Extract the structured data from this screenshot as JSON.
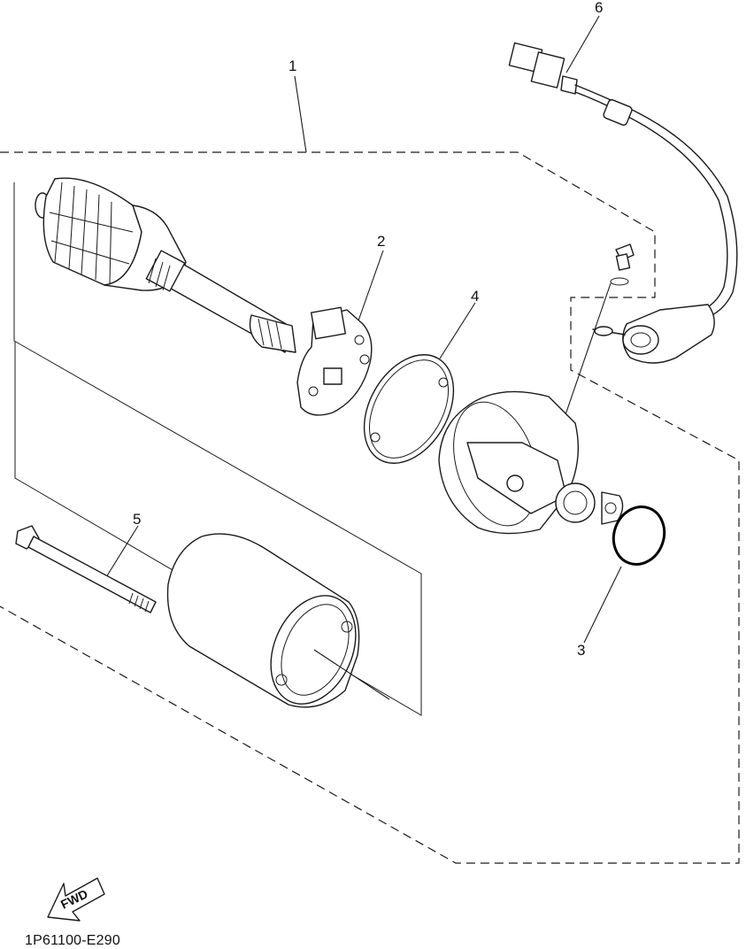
{
  "callouts": {
    "c1": "1",
    "c2": "2",
    "c3": "3",
    "c4": "4",
    "c5": "5",
    "c6": "6"
  },
  "fwd_label": "FWD",
  "diagram_code": "1P61100-E290"
}
